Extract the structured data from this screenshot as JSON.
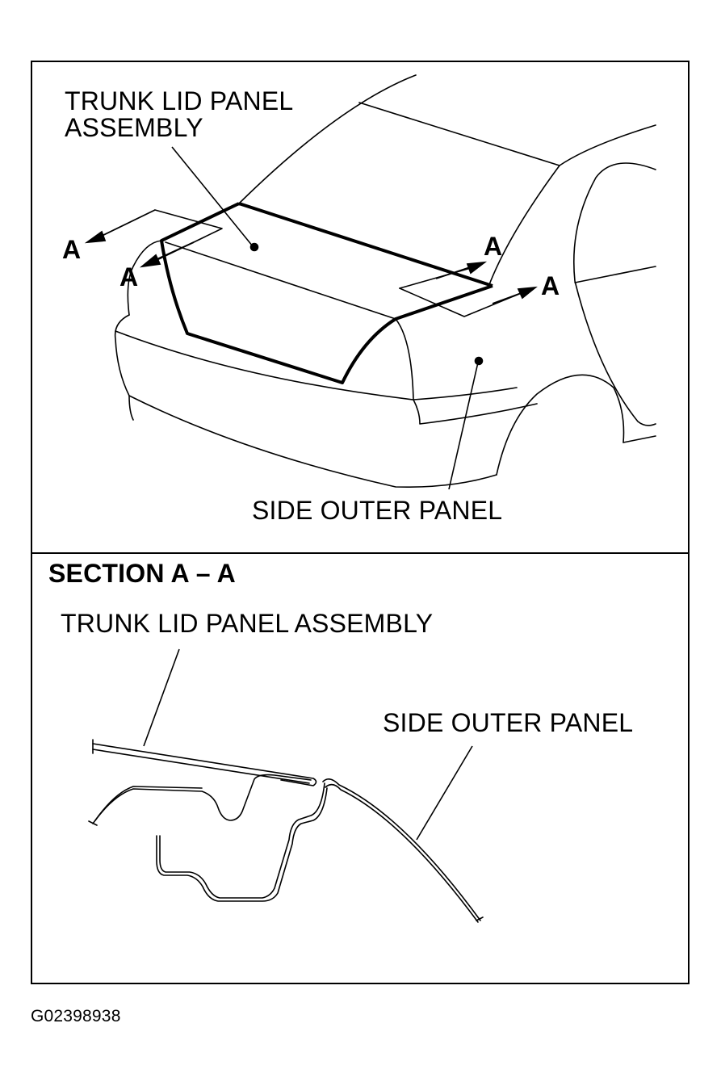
{
  "top_view": {
    "trunk_label_line1": "TRUNK LID PANEL",
    "trunk_label_line2": "ASSEMBLY",
    "side_label": "SIDE OUTER PANEL",
    "section_marker": "A"
  },
  "section_view": {
    "title": "SECTION A – A",
    "trunk_label": "TRUNK LID PANEL ASSEMBLY",
    "side_label": "SIDE OUTER PANEL"
  },
  "figure_code": "G02398938"
}
